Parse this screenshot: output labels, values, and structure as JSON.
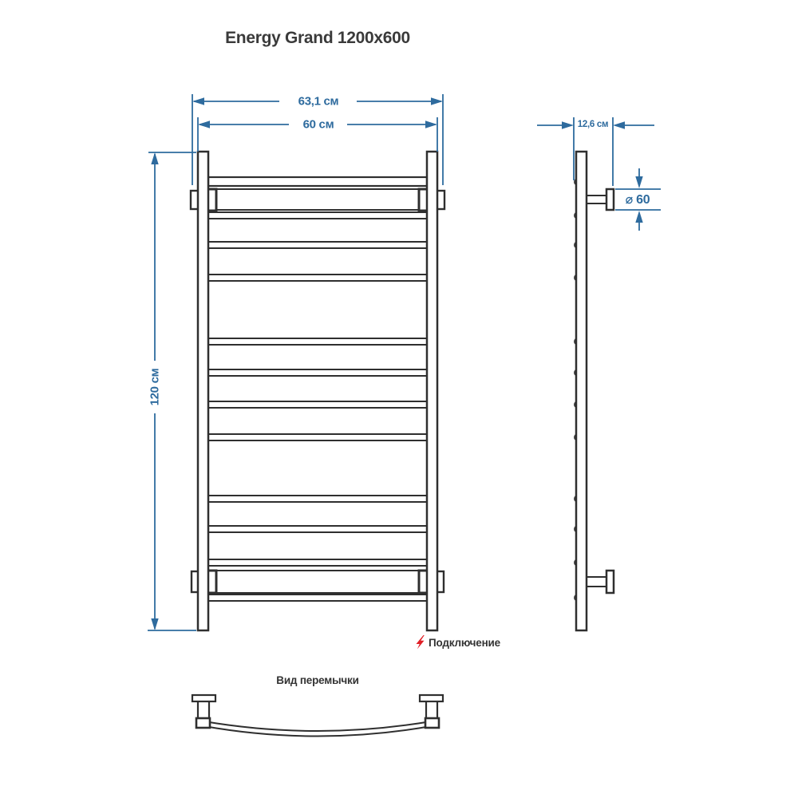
{
  "title": "Energy Grand 1200x600",
  "colors": {
    "dimension_blue": "#2e6b9e",
    "line_dark": "#2f2f2f",
    "accent_red": "#e01f26"
  },
  "front_view": {
    "dim_overall_width": "63,1 см",
    "dim_rail_width": "60 см",
    "dim_height": "120 см",
    "rung_count": 12,
    "wall_bracket_count": 4
  },
  "side_view": {
    "dim_depth": "12,6 см",
    "dim_bracket_diameter": "⌀ 60",
    "rung_end_count": 12,
    "wall_bracket_count": 2
  },
  "connection": {
    "label": "Подключение",
    "icon": "lightning-icon"
  },
  "crossbar_view": {
    "label": "Вид перемычки"
  }
}
